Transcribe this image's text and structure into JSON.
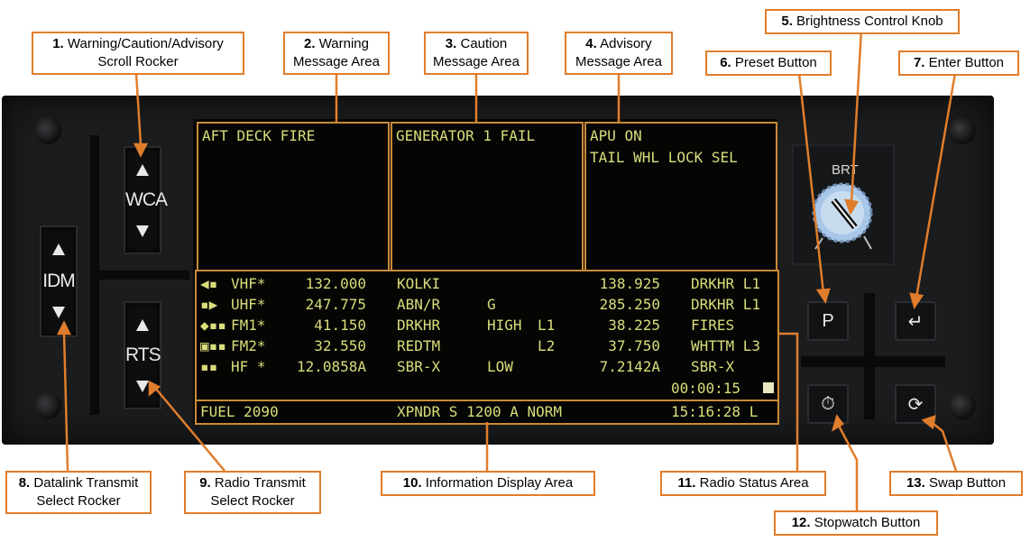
{
  "panel": {
    "rockers": {
      "wca": {
        "label": "WCA"
      },
      "idm": {
        "label": "IDM"
      },
      "rts": {
        "label": "RTS"
      }
    },
    "buttons": {
      "brt_label": "BRT",
      "preset": "P",
      "enter_glyph": "↵",
      "stopwatch_glyph": "⏱",
      "swap_glyph": "⟳"
    }
  },
  "messages": {
    "warning": [
      "AFT DECK FIRE"
    ],
    "caution": [
      "GENERATOR 1 FAIL"
    ],
    "advisory": [
      "APU ON",
      "TAIL WHL LOCK SEL"
    ]
  },
  "radio_rows": [
    {
      "sym": "◀▪",
      "name": "VHF*",
      "freq": "132.000",
      "net": "KOLKI",
      "mode": "",
      "lvl": "",
      "sfreq": "138.925",
      "snet": "DRKHR L1"
    },
    {
      "sym": "▪▶",
      "name": "UHF*",
      "freq": "247.775",
      "net": "ABN/R",
      "mode": "G",
      "lvl": "",
      "sfreq": "285.250",
      "snet": "DRKHR L1"
    },
    {
      "sym": "◆▪▪",
      "name": "FM1*",
      "freq": "41.150",
      "net": "DRKHR",
      "mode": "HIGH",
      "lvl": "L1",
      "sfreq": "38.225",
      "snet": "FIRES"
    },
    {
      "sym": "▣▪▪",
      "name": "FM2*",
      "freq": "32.550",
      "net": "REDTM",
      "mode": "",
      "lvl": "L2",
      "sfreq": "37.750",
      "snet": "WHTTM L3"
    },
    {
      "sym": "▪▪",
      "name": "HF *",
      "freq": "12.0858A",
      "net": "SBR-X",
      "mode": "LOW",
      "lvl": "",
      "sfreq": "7.2142A",
      "snet": "SBR-X"
    }
  ],
  "radio_timer": "00:00:15",
  "info": {
    "fuel": "FUEL 2090",
    "xpndr": "XPNDR S 1200 A NORM",
    "clock": "15:16:28 L"
  },
  "callouts": {
    "c1": {
      "num": "1.",
      "text": "Warning/Caution/Advisory",
      "text2": "Scroll Rocker"
    },
    "c2": {
      "num": "2.",
      "text": "Warning",
      "text2": "Message Area"
    },
    "c3": {
      "num": "3.",
      "text": "Caution",
      "text2": "Message Area"
    },
    "c4": {
      "num": "4.",
      "text": "Advisory",
      "text2": "Message Area"
    },
    "c5": {
      "num": "5.",
      "text": "Brightness Control Knob"
    },
    "c6": {
      "num": "6.",
      "text": "Preset Button"
    },
    "c7": {
      "num": "7.",
      "text": "Enter Button"
    },
    "c8": {
      "num": "8.",
      "text": "Datalink Transmit",
      "text2": "Select Rocker"
    },
    "c9": {
      "num": "9.",
      "text": "Radio Transmit",
      "text2": "Select Rocker"
    },
    "c10": {
      "num": "10.",
      "text": "Information Display Area"
    },
    "c11": {
      "num": "11.",
      "text": "Radio Status Area"
    },
    "c12": {
      "num": "12.",
      "text": "Stopwatch Button"
    },
    "c13": {
      "num": "13.",
      "text": "Swap Button"
    }
  },
  "colors": {
    "accent": "#e07d2c",
    "display_text": "#d9dd7a",
    "message_border": "#c98a3a"
  }
}
